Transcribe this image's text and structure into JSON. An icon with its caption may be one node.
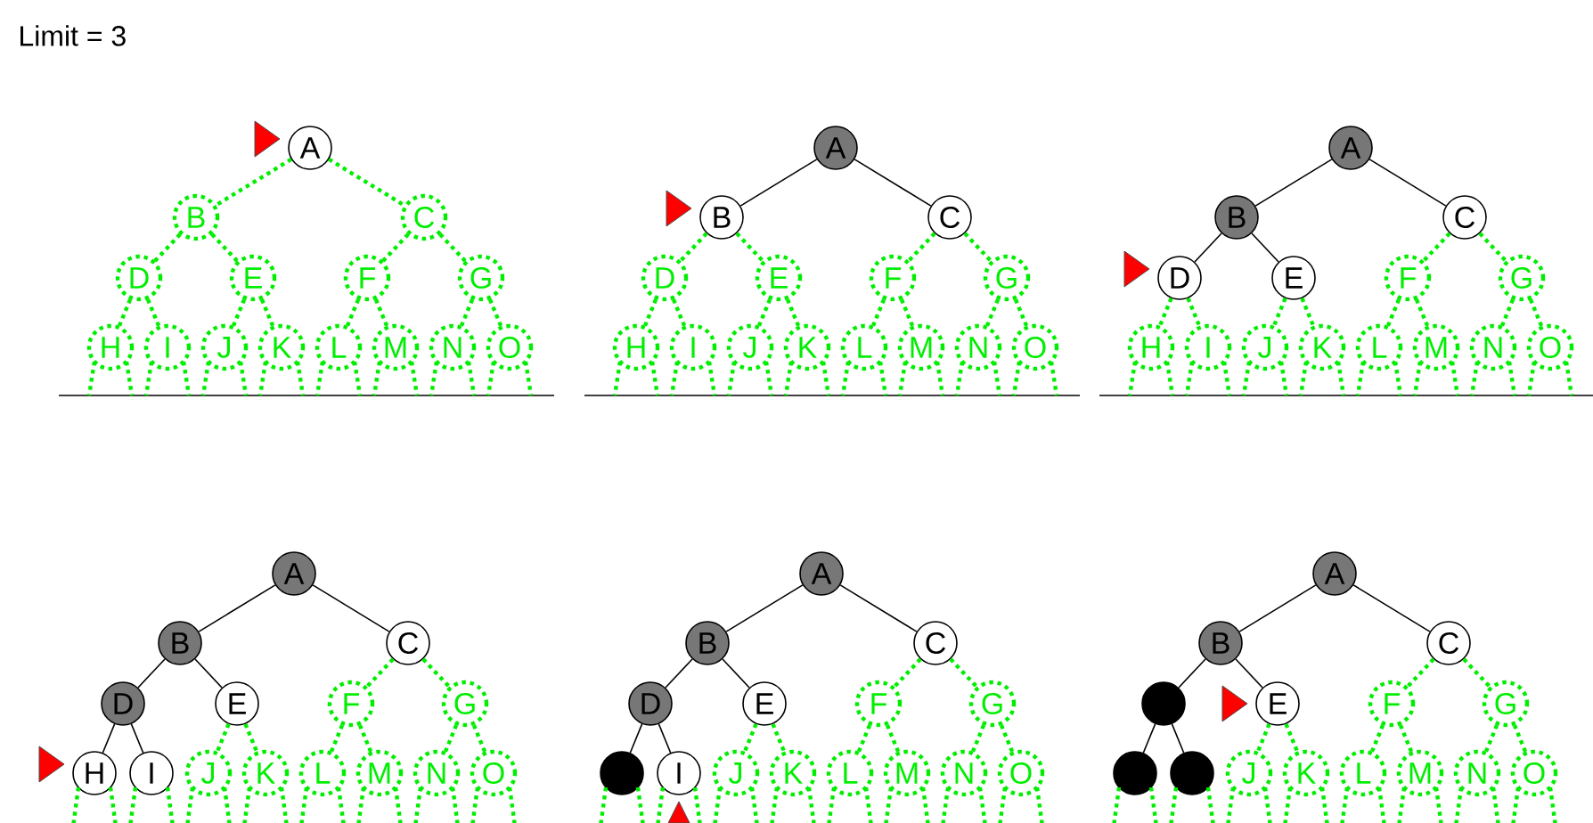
{
  "diagram": {
    "title": "Limit = 3",
    "nodes": [
      {
        "text": [
          "A"
        ]
      },
      {
        "text": [
          "B"
        ]
      },
      {
        "text": [
          "C"
        ]
      },
      {
        "text": [
          "D"
        ]
      },
      {
        "text": [
          "E"
        ]
      },
      {
        "text": [
          "F"
        ]
      },
      {
        "text": [
          "G"
        ]
      },
      {
        "text": [
          "H"
        ]
      },
      {
        "text": [
          "I"
        ]
      },
      {
        "text": [
          "J"
        ]
      },
      {
        "text": [
          "K"
        ]
      },
      {
        "text": [
          "L"
        ]
      },
      {
        "text": [
          "M"
        ]
      },
      {
        "text": [
          "N"
        ]
      },
      {
        "text": [
          "O"
        ]
      },
      {
        "text": [
          "A"
        ]
      },
      {
        "text": [
          "B"
        ]
      },
      {
        "text": [
          "C"
        ]
      },
      {
        "text": [
          "D"
        ]
      },
      {
        "text": [
          "E"
        ]
      },
      {
        "text": [
          "F"
        ]
      },
      {
        "text": [
          "G"
        ]
      },
      {
        "text": [
          "H"
        ]
      },
      {
        "text": [
          "I"
        ]
      },
      {
        "text": [
          "J"
        ]
      },
      {
        "text": [
          "K"
        ]
      },
      {
        "text": [
          "L"
        ]
      },
      {
        "text": [
          "M"
        ]
      },
      {
        "text": [
          "N"
        ]
      },
      {
        "text": [
          "O"
        ]
      },
      {
        "text": [
          "A"
        ]
      },
      {
        "text": [
          "B"
        ]
      },
      {
        "text": [
          "C"
        ]
      },
      {
        "text": [
          "D"
        ]
      },
      {
        "text": [
          "E"
        ]
      },
      {
        "text": [
          "F"
        ]
      },
      {
        "text": [
          "G"
        ]
      },
      {
        "text": [
          "H"
        ]
      },
      {
        "text": [
          "I"
        ]
      },
      {
        "text": [
          "J"
        ]
      },
      {
        "text": [
          "K"
        ]
      },
      {
        "text": [
          "L"
        ]
      },
      {
        "text": [
          "M"
        ]
      },
      {
        "text": [
          "N"
        ]
      },
      {
        "text": [
          "O"
        ]
      },
      {
        "text": [
          "A"
        ]
      },
      {
        "text": [
          "B"
        ]
      },
      {
        "text": [
          "C"
        ]
      },
      {
        "text": [
          "D"
        ]
      },
      {
        "text": [
          "E"
        ]
      },
      {
        "text": [
          "F"
        ]
      },
      {
        "text": [
          "G"
        ]
      },
      {
        "text": [
          "H"
        ]
      },
      {
        "text": [
          "I"
        ]
      },
      {
        "text": [
          "J"
        ]
      },
      {
        "text": [
          "K"
        ]
      },
      {
        "text": [
          "L"
        ]
      },
      {
        "text": [
          "M"
        ]
      },
      {
        "text": [
          "N"
        ]
      },
      {
        "text": [
          "O"
        ]
      },
      {
        "text": [
          "A"
        ]
      },
      {
        "text": [
          "B"
        ]
      },
      {
        "text": [
          "C"
        ]
      },
      {
        "text": [
          "D"
        ]
      },
      {
        "text": [
          "E"
        ]
      },
      {
        "text": [
          "F"
        ]
      },
      {
        "text": [
          "G"
        ]
      },
      {
        "text": [],
        "shape": "circle"
      },
      {
        "text": [
          "I"
        ]
      },
      {
        "text": [
          "J"
        ]
      },
      {
        "text": [
          "K"
        ]
      },
      {
        "text": [
          "L"
        ]
      },
      {
        "text": [
          "M"
        ]
      },
      {
        "text": [
          "N"
        ]
      },
      {
        "text": [
          "O"
        ]
      },
      {
        "text": [
          "A"
        ]
      },
      {
        "text": [
          "B"
        ]
      },
      {
        "text": [
          "C"
        ]
      },
      {
        "text": [],
        "shape": "circle"
      },
      {
        "text": [
          "E"
        ]
      },
      {
        "text": [
          "F"
        ]
      },
      {
        "text": [
          "G"
        ]
      },
      {
        "text": [],
        "shape": "circle"
      },
      {
        "text": [],
        "shape": "circle"
      },
      {
        "text": [
          "J"
        ]
      },
      {
        "text": [
          "K"
        ]
      },
      {
        "text": [
          "L"
        ]
      },
      {
        "text": [
          "M"
        ]
      },
      {
        "text": [
          "N"
        ]
      },
      {
        "text": [
          "O"
        ]
      }
    ],
    "edges": [
      {
        "from": 0,
        "to": 1,
        "arrow": "none",
        "style": "dashed",
        "color": "#00ee00"
      },
      {
        "from": 0,
        "to": 2,
        "arrow": "none",
        "style": "dashed",
        "color": "#00ee00"
      },
      {
        "from": 1,
        "to": 3,
        "arrow": "none",
        "style": "dashed",
        "color": "#00ee00"
      },
      {
        "from": 1,
        "to": 4,
        "arrow": "none",
        "style": "dashed",
        "color": "#00ee00"
      },
      {
        "from": 2,
        "to": 5,
        "arrow": "none",
        "style": "dashed",
        "color": "#00ee00"
      },
      {
        "from": 2,
        "to": 6,
        "arrow": "none",
        "style": "dashed",
        "color": "#00ee00"
      },
      {
        "from": 3,
        "to": 7,
        "arrow": "none",
        "style": "dashed",
        "color": "#00ee00"
      },
      {
        "from": 3,
        "to": 8,
        "arrow": "none",
        "style": "dashed",
        "color": "#00ee00"
      },
      {
        "from": 4,
        "to": 9,
        "arrow": "none",
        "style": "dashed",
        "color": "#00ee00"
      },
      {
        "from": 4,
        "to": 10,
        "arrow": "none",
        "style": "dashed",
        "color": "#00ee00"
      },
      {
        "from": 5,
        "to": 11,
        "arrow": "none",
        "style": "dashed",
        "color": "#00ee00"
      },
      {
        "from": 5,
        "to": 12,
        "arrow": "none",
        "style": "dashed",
        "color": "#00ee00"
      },
      {
        "from": 6,
        "to": 13,
        "arrow": "none",
        "style": "dashed",
        "color": "#00ee00"
      },
      {
        "from": 6,
        "to": 14,
        "arrow": "none",
        "style": "dashed",
        "color": "#00ee00"
      },
      {
        "from": 7,
        "to": null,
        "arrow": "none",
        "style": "dashed",
        "color": "#00ee00"
      },
      {
        "from": 7,
        "to": null,
        "arrow": "none",
        "style": "dashed",
        "color": "#00ee00"
      },
      {
        "from": 8,
        "to": null,
        "arrow": "none",
        "style": "dashed",
        "color": "#00ee00"
      },
      {
        "from": 8,
        "to": null,
        "arrow": "none",
        "style": "dashed",
        "color": "#00ee00"
      },
      {
        "from": 9,
        "to": null,
        "arrow": "none",
        "style": "dashed",
        "color": "#00ee00"
      },
      {
        "from": 9,
        "to": null,
        "arrow": "none",
        "style": "dashed",
        "color": "#00ee00"
      },
      {
        "from": 10,
        "to": null,
        "arrow": "none",
        "style": "dashed",
        "color": "#00ee00"
      },
      {
        "from": 10,
        "to": null,
        "arrow": "none",
        "style": "dashed",
        "color": "#00ee00"
      },
      {
        "from": 11,
        "to": null,
        "arrow": "none",
        "style": "dashed",
        "color": "#00ee00"
      },
      {
        "from": 11,
        "to": null,
        "arrow": "none",
        "style": "dashed",
        "color": "#00ee00"
      },
      {
        "from": 12,
        "to": null,
        "arrow": "none",
        "style": "dashed",
        "color": "#00ee00"
      },
      {
        "from": 12,
        "to": null,
        "arrow": "none",
        "style": "dashed",
        "color": "#00ee00"
      },
      {
        "from": 13,
        "to": null,
        "arrow": "none",
        "style": "dashed",
        "color": "#00ee00"
      },
      {
        "from": 13,
        "to": null,
        "arrow": "none",
        "style": "dashed",
        "color": "#00ee00"
      },
      {
        "from": 14,
        "to": null,
        "arrow": "none",
        "style": "dashed",
        "color": "#00ee00"
      },
      {
        "from": 14,
        "to": null,
        "arrow": "none",
        "style": "dashed",
        "color": "#00ee00"
      },
      {
        "from": 15,
        "to": 16,
        "arrow": "none",
        "color": "#000000"
      },
      {
        "from": 15,
        "to": 17,
        "arrow": "none",
        "color": "#000000"
      },
      {
        "from": 16,
        "to": 18,
        "arrow": "none",
        "style": "dashed",
        "color": "#00ee00"
      },
      {
        "from": 16,
        "to": 19,
        "arrow": "none",
        "style": "dashed",
        "color": "#00ee00"
      },
      {
        "from": 17,
        "to": 20,
        "arrow": "none",
        "style": "dashed",
        "color": "#00ee00"
      },
      {
        "from": 17,
        "to": 21,
        "arrow": "none",
        "style": "dashed",
        "color": "#00ee00"
      },
      {
        "from": 18,
        "to": 22,
        "arrow": "none",
        "style": "dashed",
        "color": "#00ee00"
      },
      {
        "from": 18,
        "to": 23,
        "arrow": "none",
        "style": "dashed",
        "color": "#00ee00"
      },
      {
        "from": 19,
        "to": 24,
        "arrow": "none",
        "style": "dashed",
        "color": "#00ee00"
      },
      {
        "from": 19,
        "to": 25,
        "arrow": "none",
        "style": "dashed",
        "color": "#00ee00"
      },
      {
        "from": 20,
        "to": 26,
        "arrow": "none",
        "style": "dashed",
        "color": "#00ee00"
      },
      {
        "from": 20,
        "to": 27,
        "arrow": "none",
        "style": "dashed",
        "color": "#00ee00"
      },
      {
        "from": 21,
        "to": 28,
        "arrow": "none",
        "style": "dashed",
        "color": "#00ee00"
      },
      {
        "from": 21,
        "to": 29,
        "arrow": "none",
        "style": "dashed",
        "color": "#00ee00"
      },
      {
        "from": 22,
        "to": null,
        "arrow": "none",
        "style": "dashed",
        "color": "#00ee00"
      },
      {
        "from": 22,
        "to": null,
        "arrow": "none",
        "style": "dashed",
        "color": "#00ee00"
      },
      {
        "from": 23,
        "to": null,
        "arrow": "none",
        "style": "dashed",
        "color": "#00ee00"
      },
      {
        "from": 23,
        "to": null,
        "arrow": "none",
        "style": "dashed",
        "color": "#00ee00"
      },
      {
        "from": 24,
        "to": null,
        "arrow": "none",
        "style": "dashed",
        "color": "#00ee00"
      },
      {
        "from": 24,
        "to": null,
        "arrow": "none",
        "style": "dashed",
        "color": "#00ee00"
      },
      {
        "from": 25,
        "to": null,
        "arrow": "none",
        "style": "dashed",
        "color": "#00ee00"
      },
      {
        "from": 25,
        "to": null,
        "arrow": "none",
        "style": "dashed",
        "color": "#00ee00"
      },
      {
        "from": 26,
        "to": null,
        "arrow": "none",
        "style": "dashed",
        "color": "#00ee00"
      },
      {
        "from": 26,
        "to": null,
        "arrow": "none",
        "style": "dashed",
        "color": "#00ee00"
      },
      {
        "from": 27,
        "to": null,
        "arrow": "none",
        "style": "dashed",
        "color": "#00ee00"
      },
      {
        "from": 27,
        "to": null,
        "arrow": "none",
        "style": "dashed",
        "color": "#00ee00"
      },
      {
        "from": 28,
        "to": null,
        "arrow": "none",
        "style": "dashed",
        "color": "#00ee00"
      },
      {
        "from": 28,
        "to": null,
        "arrow": "none",
        "style": "dashed",
        "color": "#00ee00"
      },
      {
        "from": 29,
        "to": null,
        "arrow": "none",
        "style": "dashed",
        "color": "#00ee00"
      },
      {
        "from": 29,
        "to": null,
        "arrow": "none",
        "style": "dashed",
        "color": "#00ee00"
      },
      {
        "from": 30,
        "to": 31,
        "arrow": "none",
        "color": "#000000"
      },
      {
        "from": 30,
        "to": 32,
        "arrow": "none",
        "color": "#000000"
      },
      {
        "from": 31,
        "to": 33,
        "arrow": "none",
        "color": "#000000"
      },
      {
        "from": 31,
        "to": 34,
        "arrow": "none",
        "color": "#000000"
      },
      {
        "from": 32,
        "to": 35,
        "arrow": "none",
        "style": "dashed",
        "color": "#00ee00"
      },
      {
        "from": 32,
        "to": 36,
        "arrow": "none",
        "style": "dashed",
        "color": "#00ee00"
      },
      {
        "from": 33,
        "to": 37,
        "arrow": "none",
        "style": "dashed",
        "color": "#00ee00"
      },
      {
        "from": 33,
        "to": 38,
        "arrow": "none",
        "style": "dashed",
        "color": "#00ee00"
      },
      {
        "from": 34,
        "to": 39,
        "arrow": "none",
        "style": "dashed",
        "color": "#00ee00"
      },
      {
        "from": 34,
        "to": 40,
        "arrow": "none",
        "style": "dashed",
        "color": "#00ee00"
      },
      {
        "from": 35,
        "to": 41,
        "arrow": "none",
        "style": "dashed",
        "color": "#00ee00"
      },
      {
        "from": 35,
        "to": 42,
        "arrow": "none",
        "style": "dashed",
        "color": "#00ee00"
      },
      {
        "from": 36,
        "to": 43,
        "arrow": "none",
        "style": "dashed",
        "color": "#00ee00"
      },
      {
        "from": 36,
        "to": 44,
        "arrow": "none",
        "style": "dashed",
        "color": "#00ee00"
      },
      {
        "from": 37,
        "to": null,
        "arrow": "none",
        "style": "dashed",
        "color": "#00ee00"
      },
      {
        "from": 37,
        "to": null,
        "arrow": "none",
        "style": "dashed",
        "color": "#00ee00"
      },
      {
        "from": 38,
        "to": null,
        "arrow": "none",
        "style": "dashed",
        "color": "#00ee00"
      },
      {
        "from": 38,
        "to": null,
        "arrow": "none",
        "style": "dashed",
        "color": "#00ee00"
      },
      {
        "from": 39,
        "to": null,
        "arrow": "none",
        "style": "dashed",
        "color": "#00ee00"
      },
      {
        "from": 39,
        "to": null,
        "arrow": "none",
        "style": "dashed",
        "color": "#00ee00"
      },
      {
        "from": 40,
        "to": null,
        "arrow": "none",
        "style": "dashed",
        "color": "#00ee00"
      },
      {
        "from": 40,
        "to": null,
        "arrow": "none",
        "style": "dashed",
        "color": "#00ee00"
      },
      {
        "from": 41,
        "to": null,
        "arrow": "none",
        "style": "dashed",
        "color": "#00ee00"
      },
      {
        "from": 41,
        "to": null,
        "arrow": "none",
        "style": "dashed",
        "color": "#00ee00"
      },
      {
        "from": 42,
        "to": null,
        "arrow": "none",
        "style": "dashed",
        "color": "#00ee00"
      },
      {
        "from": 42,
        "to": null,
        "arrow": "none",
        "style": "dashed",
        "color": "#00ee00"
      },
      {
        "from": 43,
        "to": null,
        "arrow": "none",
        "style": "dashed",
        "color": "#00ee00"
      },
      {
        "from": 43,
        "to": null,
        "arrow": "none",
        "style": "dashed",
        "color": "#00ee00"
      },
      {
        "from": 44,
        "to": null,
        "arrow": "none",
        "style": "dashed",
        "color": "#00ee00"
      },
      {
        "from": 44,
        "to": null,
        "arrow": "none",
        "style": "dashed",
        "color": "#00ee00"
      },
      {
        "from": 45,
        "to": 46,
        "arrow": "none",
        "color": "#000000"
      },
      {
        "from": 45,
        "to": 47,
        "arrow": "none",
        "color": "#000000"
      },
      {
        "from": 46,
        "to": 48,
        "arrow": "none",
        "color": "#000000"
      },
      {
        "from": 46,
        "to": 49,
        "arrow": "none",
        "color": "#000000"
      },
      {
        "from": 47,
        "to": 50,
        "arrow": "none",
        "style": "dashed",
        "color": "#00ee00"
      },
      {
        "from": 47,
        "to": 51,
        "arrow": "none",
        "style": "dashed",
        "color": "#00ee00"
      },
      {
        "from": 48,
        "to": 52,
        "arrow": "none",
        "color": "#000000"
      },
      {
        "from": 48,
        "to": 53,
        "arrow": "none",
        "color": "#000000"
      },
      {
        "from": 49,
        "to": 54,
        "arrow": "none",
        "style": "dashed",
        "color": "#00ee00"
      },
      {
        "from": 49,
        "to": 55,
        "arrow": "none",
        "style": "dashed",
        "color": "#00ee00"
      },
      {
        "from": 50,
        "to": 56,
        "arrow": "none",
        "style": "dashed",
        "color": "#00ee00"
      },
      {
        "from": 50,
        "to": 57,
        "arrow": "none",
        "style": "dashed",
        "color": "#00ee00"
      },
      {
        "from": 51,
        "to": 58,
        "arrow": "none",
        "style": "dashed",
        "color": "#00ee00"
      },
      {
        "from": 51,
        "to": 59,
        "arrow": "none",
        "style": "dashed",
        "color": "#00ee00"
      },
      {
        "from": 52,
        "to": null,
        "arrow": "none",
        "style": "dashed",
        "color": "#00ee00"
      },
      {
        "from": 52,
        "to": null,
        "arrow": "none",
        "style": "dashed",
        "color": "#00ee00"
      },
      {
        "from": 53,
        "to": null,
        "arrow": "none",
        "style": "dashed",
        "color": "#00ee00"
      },
      {
        "from": 53,
        "to": null,
        "arrow": "none",
        "style": "dashed",
        "color": "#00ee00"
      },
      {
        "from": 54,
        "to": null,
        "arrow": "none",
        "style": "dashed",
        "color": "#00ee00"
      },
      {
        "from": 54,
        "to": null,
        "arrow": "none",
        "style": "dashed",
        "color": "#00ee00"
      },
      {
        "from": 55,
        "to": null,
        "arrow": "none",
        "style": "dashed",
        "color": "#00ee00"
      },
      {
        "from": 55,
        "to": null,
        "arrow": "none",
        "style": "dashed",
        "color": "#00ee00"
      },
      {
        "from": 56,
        "to": null,
        "arrow": "none",
        "style": "dashed",
        "color": "#00ee00"
      },
      {
        "from": 56,
        "to": null,
        "arrow": "none",
        "style": "dashed",
        "color": "#00ee00"
      },
      {
        "from": 57,
        "to": null,
        "arrow": "none",
        "style": "dashed",
        "color": "#00ee00"
      },
      {
        "from": 57,
        "to": null,
        "arrow": "none",
        "style": "dashed",
        "color": "#00ee00"
      },
      {
        "from": 58,
        "to": null,
        "arrow": "none",
        "style": "dashed",
        "color": "#00ee00"
      },
      {
        "from": 58,
        "to": null,
        "arrow": "none",
        "style": "dashed",
        "color": "#00ee00"
      },
      {
        "from": 59,
        "to": null,
        "arrow": "none",
        "style": "dashed",
        "color": "#00ee00"
      },
      {
        "from": 59,
        "to": null,
        "arrow": "none",
        "style": "dashed",
        "color": "#00ee00"
      },
      {
        "from": 60,
        "to": 61,
        "arrow": "none",
        "color": "#000000"
      },
      {
        "from": 60,
        "to": 62,
        "arrow": "none",
        "color": "#000000"
      },
      {
        "from": 61,
        "to": 63,
        "arrow": "none",
        "color": "#000000"
      },
      {
        "from": 61,
        "to": 64,
        "arrow": "none",
        "color": "#000000"
      },
      {
        "from": 62,
        "to": 65,
        "arrow": "none",
        "style": "dashed",
        "color": "#00ee00"
      },
      {
        "from": 62,
        "to": 66,
        "arrow": "none",
        "style": "dashed",
        "color": "#00ee00"
      },
      {
        "from": 63,
        "to": 67,
        "arrow": "none",
        "color": "#000000"
      },
      {
        "from": 63,
        "to": 68,
        "arrow": "none",
        "color": "#000000"
      },
      {
        "from": 64,
        "to": 69,
        "arrow": "none",
        "style": "dashed",
        "color": "#00ee00"
      },
      {
        "from": 64,
        "to": 70,
        "arrow": "none",
        "style": "dashed",
        "color": "#00ee00"
      },
      {
        "from": 65,
        "to": 71,
        "arrow": "none",
        "style": "dashed",
        "color": "#00ee00"
      },
      {
        "from": 65,
        "to": 72,
        "arrow": "none",
        "style": "dashed",
        "color": "#00ee00"
      },
      {
        "from": 66,
        "to": 73,
        "arrow": "none",
        "style": "dashed",
        "color": "#00ee00"
      },
      {
        "from": 66,
        "to": 74,
        "arrow": "none",
        "style": "dashed",
        "color": "#00ee00"
      },
      {
        "from": 67,
        "to": null,
        "arrow": "none",
        "style": "dashed",
        "color": "#00ee00"
      },
      {
        "from": 67,
        "to": null,
        "arrow": "none",
        "style": "dashed",
        "color": "#00ee00"
      },
      {
        "from": 68,
        "to": null,
        "arrow": "none",
        "style": "dashed",
        "color": "#00ee00"
      },
      {
        "from": 68,
        "to": null,
        "arrow": "none",
        "style": "dashed",
        "color": "#00ee00"
      },
      {
        "from": 69,
        "to": null,
        "arrow": "none",
        "style": "dashed",
        "color": "#00ee00"
      },
      {
        "from": 69,
        "to": null,
        "arrow": "none",
        "style": "dashed",
        "color": "#00ee00"
      },
      {
        "from": 70,
        "to": null,
        "arrow": "none",
        "style": "dashed",
        "color": "#00ee00"
      },
      {
        "from": 70,
        "to": null,
        "arrow": "none",
        "style": "dashed",
        "color": "#00ee00"
      },
      {
        "from": 71,
        "to": null,
        "arrow": "none",
        "style": "dashed",
        "color": "#00ee00"
      },
      {
        "from": 71,
        "to": null,
        "arrow": "none",
        "style": "dashed",
        "color": "#00ee00"
      },
      {
        "from": 72,
        "to": null,
        "arrow": "none",
        "style": "dashed",
        "color": "#00ee00"
      },
      {
        "from": 72,
        "to": null,
        "arrow": "none",
        "style": "dashed",
        "color": "#00ee00"
      },
      {
        "from": 73,
        "to": null,
        "arrow": "none",
        "style": "dashed",
        "color": "#00ee00"
      },
      {
        "from": 73,
        "to": null,
        "arrow": "none",
        "style": "dashed",
        "color": "#00ee00"
      },
      {
        "from": 74,
        "to": null,
        "arrow": "none",
        "style": "dashed",
        "color": "#00ee00"
      },
      {
        "from": 74,
        "to": null,
        "arrow": "none",
        "style": "dashed",
        "color": "#00ee00"
      },
      {
        "from": 75,
        "to": 76,
        "arrow": "none",
        "color": "#000000"
      },
      {
        "from": 75,
        "to": 77,
        "arrow": "none",
        "color": "#000000"
      },
      {
        "from": 76,
        "to": 78,
        "arrow": "none",
        "color": "#000000"
      },
      {
        "from": 76,
        "to": 79,
        "arrow": "none",
        "color": "#000000"
      },
      {
        "from": 77,
        "to": 80,
        "arrow": "none",
        "style": "dashed",
        "color": "#00ee00"
      },
      {
        "from": 77,
        "to": 81,
        "arrow": "none",
        "style": "dashed",
        "color": "#00ee00"
      },
      {
        "from": 78,
        "to": 82,
        "arrow": "none",
        "color": "#000000"
      },
      {
        "from": 78,
        "to": 83,
        "arrow": "none",
        "color": "#000000"
      },
      {
        "from": 79,
        "to": 84,
        "arrow": "none",
        "style": "dashed",
        "color": "#00ee00"
      },
      {
        "from": 79,
        "to": 85,
        "arrow": "none",
        "style": "dashed",
        "color": "#00ee00"
      },
      {
        "from": 80,
        "to": 86,
        "arrow": "none",
        "style": "dashed",
        "color": "#00ee00"
      },
      {
        "from": 80,
        "to": 87,
        "arrow": "none",
        "style": "dashed",
        "color": "#00ee00"
      },
      {
        "from": 81,
        "to": 88,
        "arrow": "none",
        "style": "dashed",
        "color": "#00ee00"
      },
      {
        "from": 81,
        "to": 89,
        "arrow": "none",
        "style": "dashed",
        "color": "#00ee00"
      },
      {
        "from": 82,
        "to": null,
        "arrow": "none",
        "style": "dashed",
        "color": "#00ee00"
      },
      {
        "from": 82,
        "to": null,
        "arrow": "none",
        "style": "dashed",
        "color": "#00ee00"
      },
      {
        "from": 83,
        "to": null,
        "arrow": "none",
        "style": "dashed",
        "color": "#00ee00"
      },
      {
        "from": 83,
        "to": null,
        "arrow": "none",
        "style": "dashed",
        "color": "#00ee00"
      },
      {
        "from": 84,
        "to": null,
        "arrow": "none",
        "style": "dashed",
        "color": "#00ee00"
      },
      {
        "from": 84,
        "to": null,
        "arrow": "none",
        "style": "dashed",
        "color": "#00ee00"
      },
      {
        "from": 85,
        "to": null,
        "arrow": "none",
        "style": "dashed",
        "color": "#00ee00"
      },
      {
        "from": 85,
        "to": null,
        "arrow": "none",
        "style": "dashed",
        "color": "#00ee00"
      },
      {
        "from": 86,
        "to": null,
        "arrow": "none",
        "style": "dashed",
        "color": "#00ee00"
      },
      {
        "from": 86,
        "to": null,
        "arrow": "none",
        "style": "dashed",
        "color": "#00ee00"
      },
      {
        "from": 87,
        "to": null,
        "arrow": "none",
        "style": "dashed",
        "color": "#00ee00"
      },
      {
        "from": 87,
        "to": null,
        "arrow": "none",
        "style": "dashed",
        "color": "#00ee00"
      },
      {
        "from": 88,
        "to": null,
        "arrow": "none",
        "style": "dashed",
        "color": "#00ee00"
      },
      {
        "from": 88,
        "to": null,
        "arrow": "none",
        "style": "dashed",
        "color": "#00ee00"
      },
      {
        "from": 89,
        "to": null,
        "arrow": "none",
        "style": "dashed",
        "color": "#00ee00"
      },
      {
        "from": 89,
        "to": null,
        "arrow": "none",
        "style": "dashed",
        "color": "#00ee00"
      }
    ]
  }
}
